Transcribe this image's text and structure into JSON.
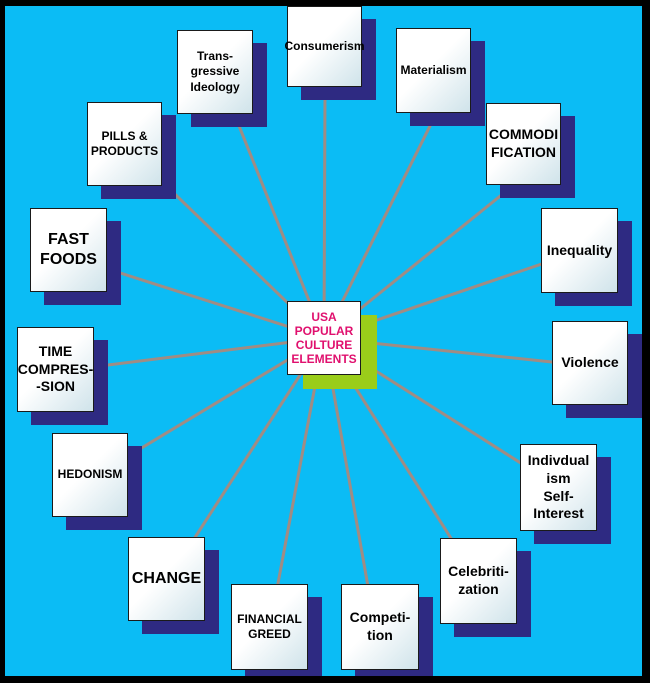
{
  "diagram": {
    "center": {
      "label": "USA\nPOPULAR\nCULTURE\nELEMENTS"
    },
    "nodes": [
      {
        "id": "consumerism",
        "label": "Consumerism"
      },
      {
        "id": "materialism",
        "label": "Materialism"
      },
      {
        "id": "commodification",
        "label": "COMMODI\nFICATION"
      },
      {
        "id": "inequality",
        "label": "Inequality"
      },
      {
        "id": "violence",
        "label": "Violence"
      },
      {
        "id": "individualism",
        "label": "Indivdual\nism\nSelf-\nInterest"
      },
      {
        "id": "celebritization",
        "label": "Celebriti-\nzation"
      },
      {
        "id": "competition",
        "label": "Competi-\ntion"
      },
      {
        "id": "financial-greed",
        "label": "FINANCIAL\nGREED"
      },
      {
        "id": "change",
        "label": "CHANGE"
      },
      {
        "id": "hedonism",
        "label": "HEDONISM"
      },
      {
        "id": "time-compression",
        "label": "TIME\nCOMPRES-\n-SION"
      },
      {
        "id": "fast-foods",
        "label": "FAST\nFOODS"
      },
      {
        "id": "pills-products",
        "label": "PILLS &\nPRODUCTS"
      },
      {
        "id": "transgressive-ideology",
        "label": "Trans-\ngressive\nIdeology"
      }
    ]
  },
  "colors": {
    "background": "#0bbcf5",
    "frame": "#000000",
    "edge": "#a08c84",
    "box_shadow": "#2e2a82",
    "center_shadow": "#9acd1a",
    "center_text": "#e0106e"
  }
}
